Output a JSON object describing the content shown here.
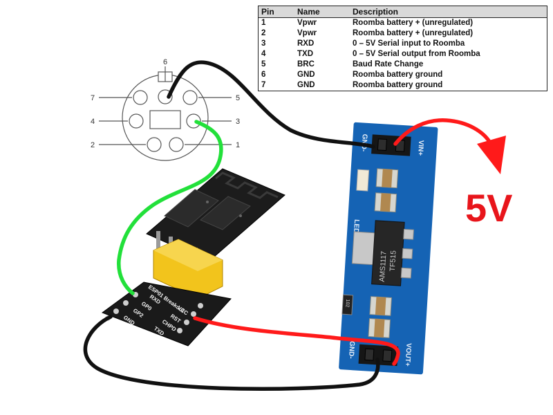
{
  "pin_table": {
    "headers": {
      "pin": "Pin",
      "name": "Name",
      "description": "Description"
    },
    "rows": [
      {
        "pin": "1",
        "name": "Vpwr",
        "description": "Roomba battery + (unregulated)"
      },
      {
        "pin": "2",
        "name": "Vpwr",
        "description": "Roomba battery + (unregulated)"
      },
      {
        "pin": "3",
        "name": "RXD",
        "description": "0 – 5V Serial input to Roomba"
      },
      {
        "pin": "4",
        "name": "TXD",
        "description": "0 – 5V Serial output from Roomba"
      },
      {
        "pin": "5",
        "name": "BRC",
        "description": "Baud Rate Change"
      },
      {
        "pin": "6",
        "name": "GND",
        "description": "Roomba battery ground"
      },
      {
        "pin": "7",
        "name": "GND",
        "description": "Roomba battery ground"
      }
    ]
  },
  "connector": {
    "pin_labels": {
      "p1": "1",
      "p2": "2",
      "p3": "3",
      "p4": "4",
      "p5": "5",
      "p6": "6",
      "p7": "7"
    }
  },
  "regulator": {
    "top_gnd": "GND-",
    "top_vin": "VIN+",
    "led": "LED",
    "chip_line1": "AMS1117",
    "chip_line2": "TF515",
    "resistor": "102",
    "bottom_gnd": "GND-",
    "bottom_vout": "VOUT+"
  },
  "breakout": {
    "title": "ESP01 Breakout",
    "pins": {
      "vcc": "VCC",
      "rst": "RST",
      "chpd": "CHPD",
      "txd": "TXD",
      "rxd": "RXD",
      "gp0": "GP0",
      "gp2": "GP2",
      "gnd": "GND"
    }
  },
  "output_label": "5V",
  "colors": {
    "pcb_blue": "#1563b4",
    "wire_black": "#111111",
    "wire_green": "#22e03a",
    "wire_red": "#ff1a1a",
    "label_red": "#e8151b",
    "breakout_black": "#1a1a1a",
    "header_yellow": "#f2c41c"
  }
}
